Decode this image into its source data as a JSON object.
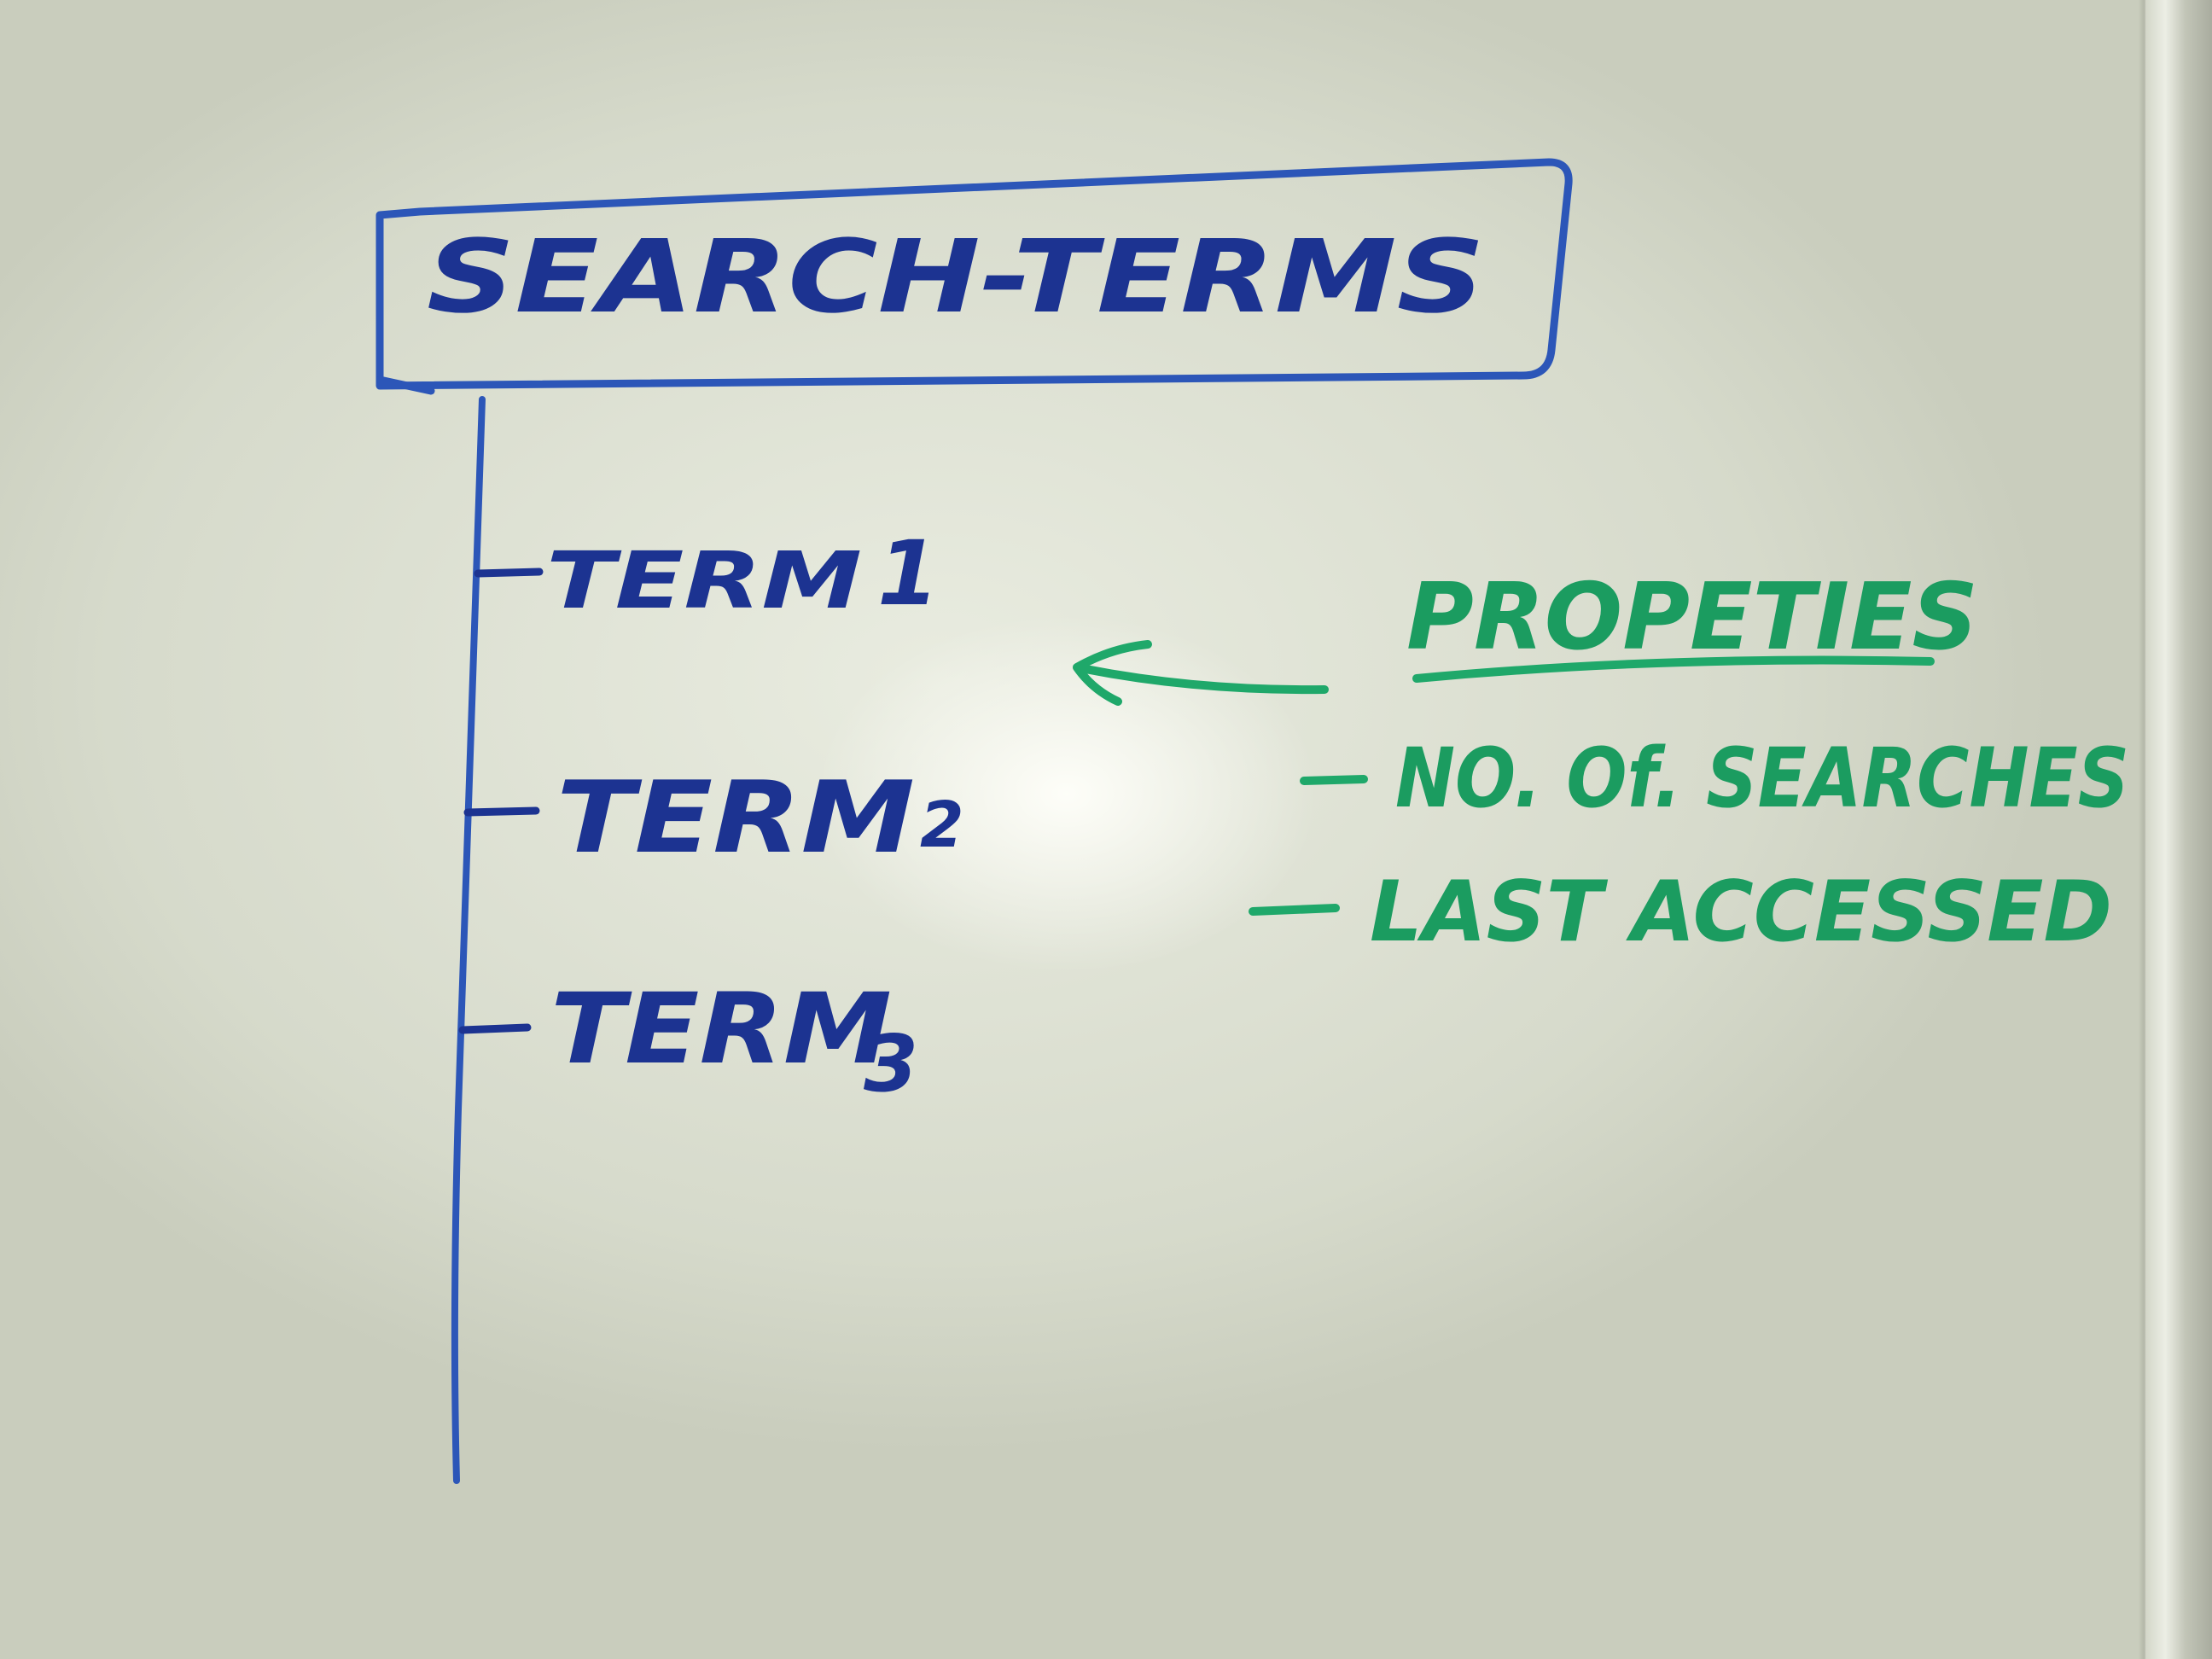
{
  "diagram": {
    "root": {
      "label": "SEARCH-TERMS"
    },
    "children": [
      {
        "label": "TERM",
        "subscript": "1"
      },
      {
        "label": "TERM",
        "subscript": "2"
      },
      {
        "label": "TERM",
        "subscript": "3"
      }
    ],
    "properties": {
      "heading": "PROPETIES",
      "items": [
        {
          "label": "NO. Of. SEARCHES"
        },
        {
          "label": "LAST ACCESSED"
        }
      ]
    },
    "colors": {
      "blue_marker": "#1f3f9c",
      "green_marker": "#1fa86a",
      "board": "#e3e6d8"
    }
  }
}
